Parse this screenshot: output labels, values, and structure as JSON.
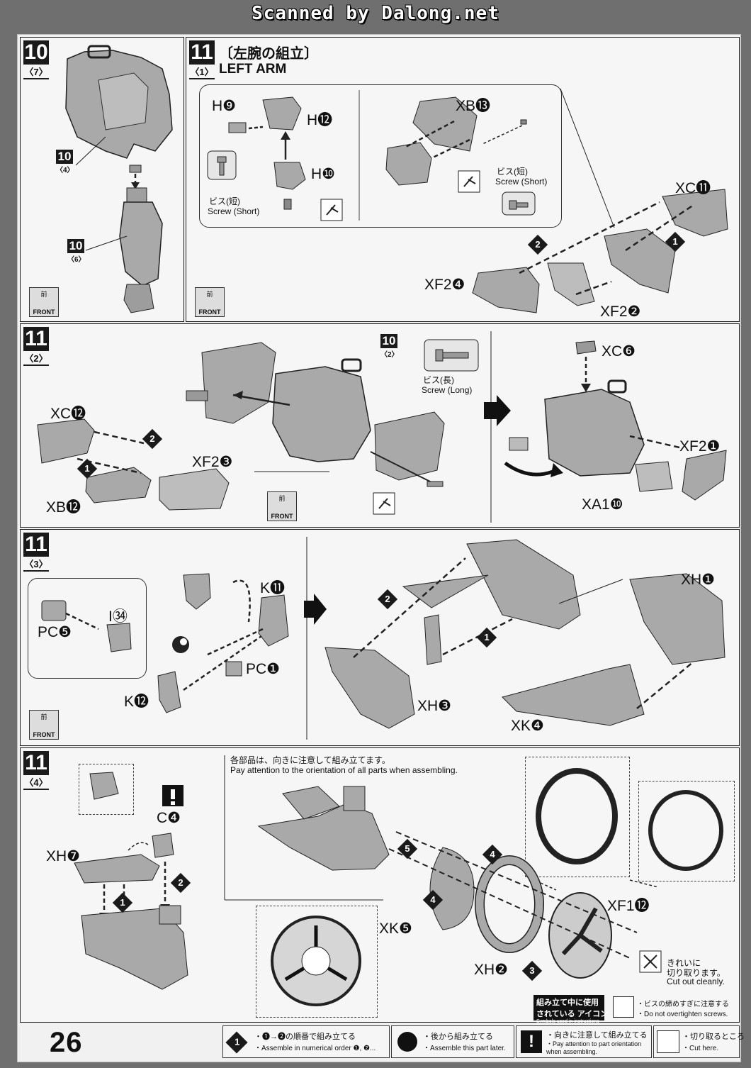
{
  "scan_title": "Scanned by Dalong.net",
  "page_number": "26",
  "steps": {
    "s10_7": {
      "num": "10",
      "sub": "〈7〉",
      "ref_a": "10",
      "ref_a_sub": "〈4〉",
      "ref_b": "10",
      "ref_b_sub": "〈6〉"
    },
    "s11_1": {
      "num": "11",
      "sub": "〈1〉",
      "title_jp": "〔左腕の組立〕",
      "title_en": "LEFT ARM",
      "h9": "H❾",
      "h12": "H⓬",
      "h10": "H❿",
      "screw_short_jp": "ビス(短)",
      "screw_short_en": "Screw (Short)",
      "xb13": "XB⓭",
      "xc11": "XC⓫",
      "xf2_4": "XF2❹",
      "xf2_2": "XF2❷"
    },
    "s11_2": {
      "num": "11",
      "sub": "〈2〉",
      "ref": "10",
      "ref_sub": "〈2〉",
      "screw_long_jp": "ビス(長)",
      "screw_long_en": "Screw (Long)",
      "xc12": "XC⓬",
      "xf2_3": "XF2❸",
      "xb12": "XB⓬",
      "xc6": "XC❻",
      "xf2_1": "XF2❶",
      "xa1_10": "XA1❿"
    },
    "s11_3": {
      "num": "11",
      "sub": "〈3〉",
      "pc5": "PC❺",
      "i34": "I㉞",
      "k11": "K⓫",
      "pc1": "PC❶",
      "k12": "K⓬",
      "xh3": "XH❸",
      "xh1": "XH❶",
      "xk4": "XK❹"
    },
    "s11_4": {
      "num": "11",
      "sub": "〈4〉",
      "note_jp": "各部品は、向きに注意して組み立てます。",
      "note_en": "Pay attention to the orientation of all parts when assembling.",
      "c4": "C❹",
      "xh7": "XH❼",
      "xk5": "XK❺",
      "xh2": "XH❷",
      "xf1_12": "XF1⓬",
      "cut_jp1": "きれいに",
      "cut_jp2": "切り取ります。",
      "cut_en": "Cut out cleanly."
    }
  },
  "front_jp": "前",
  "front_en": "FRONT",
  "step_markers": {
    "one": "1",
    "two": "2",
    "three": "3",
    "four": "4",
    "five": "5"
  },
  "icons_box": {
    "jp1": "組み立て中に使用",
    "jp2": "されている アイコン",
    "en": "Symbols used in instructions"
  },
  "screw_note": {
    "jp": "・ビスの締めすぎに注意する",
    "en": "・Do not overtighten screws."
  },
  "legend": [
    {
      "jp": "・❶→❷の順番で組み立てる",
      "en": "・Assemble in numerical order ❶, ❷..."
    },
    {
      "jp": "・後から組み立てる",
      "en": "・Assemble this part later."
    },
    {
      "jp": "・向きに注意して組み立てる",
      "en": "・Pay attention to part orientation when assembling."
    },
    {
      "jp": "・切り取るところ",
      "en": "・Cut here."
    }
  ]
}
